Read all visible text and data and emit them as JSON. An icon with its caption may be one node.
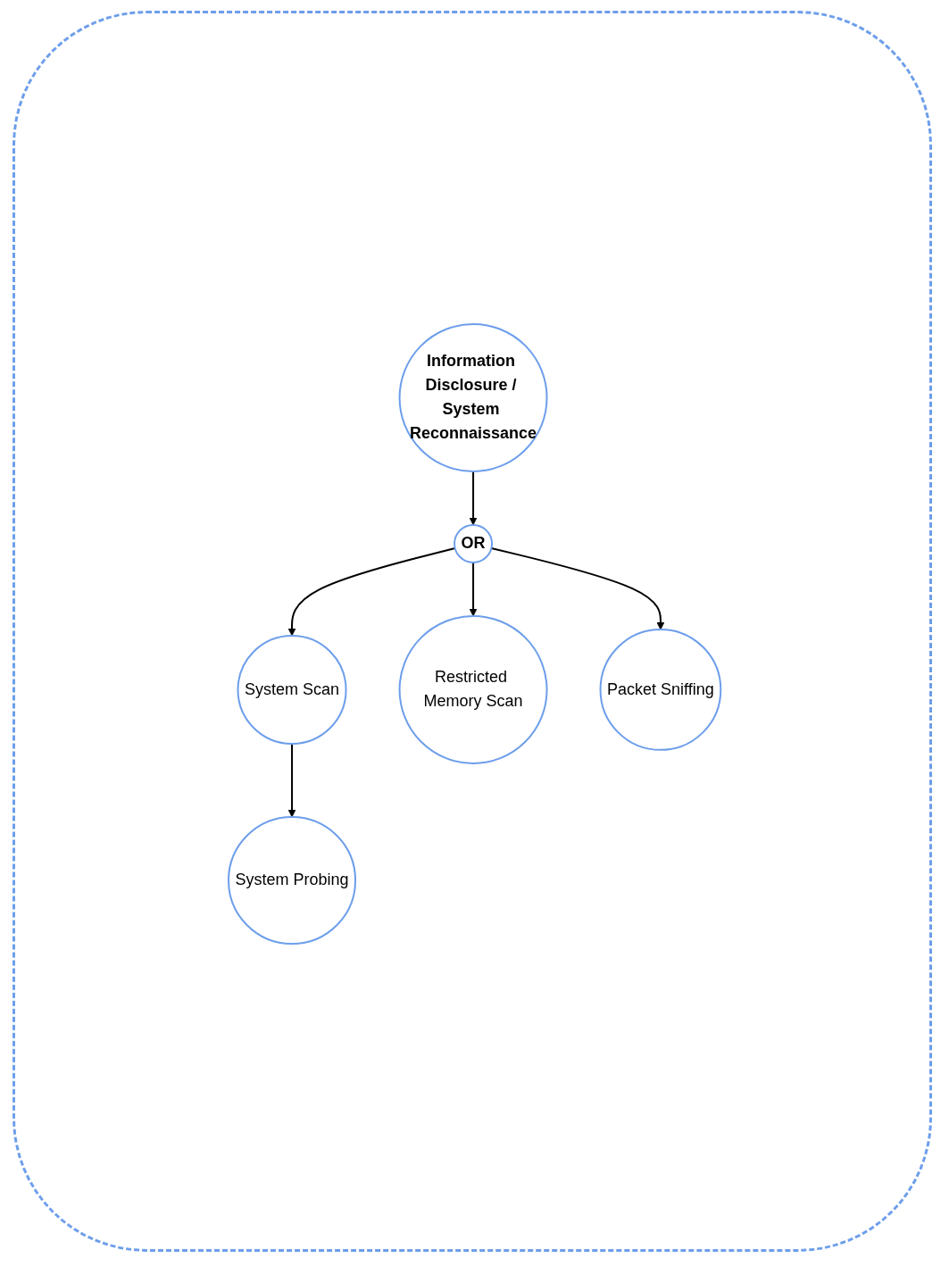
{
  "diagram": {
    "nodes": [
      {
        "text": [
          "Information Disclosure / System Reconnaissance"
        ]
      },
      {
        "text": [
          "OR"
        ]
      },
      {
        "text": [
          "System Scan"
        ]
      },
      {
        "text": [
          "Restricted Memory Scan"
        ]
      },
      {
        "text": [
          "Packet Sniffing"
        ]
      },
      {
        "text": [
          "System Probing"
        ]
      }
    ],
    "edges": [
      {
        "from": 0,
        "to": 1,
        "arrow": "to"
      },
      {
        "from": 1,
        "to": 2,
        "arrow": "to"
      },
      {
        "from": 1,
        "to": 3,
        "arrow": "to"
      },
      {
        "from": 1,
        "to": 4,
        "arrow": "to"
      },
      {
        "from": 2,
        "to": 5,
        "arrow": "to"
      }
    ]
  }
}
